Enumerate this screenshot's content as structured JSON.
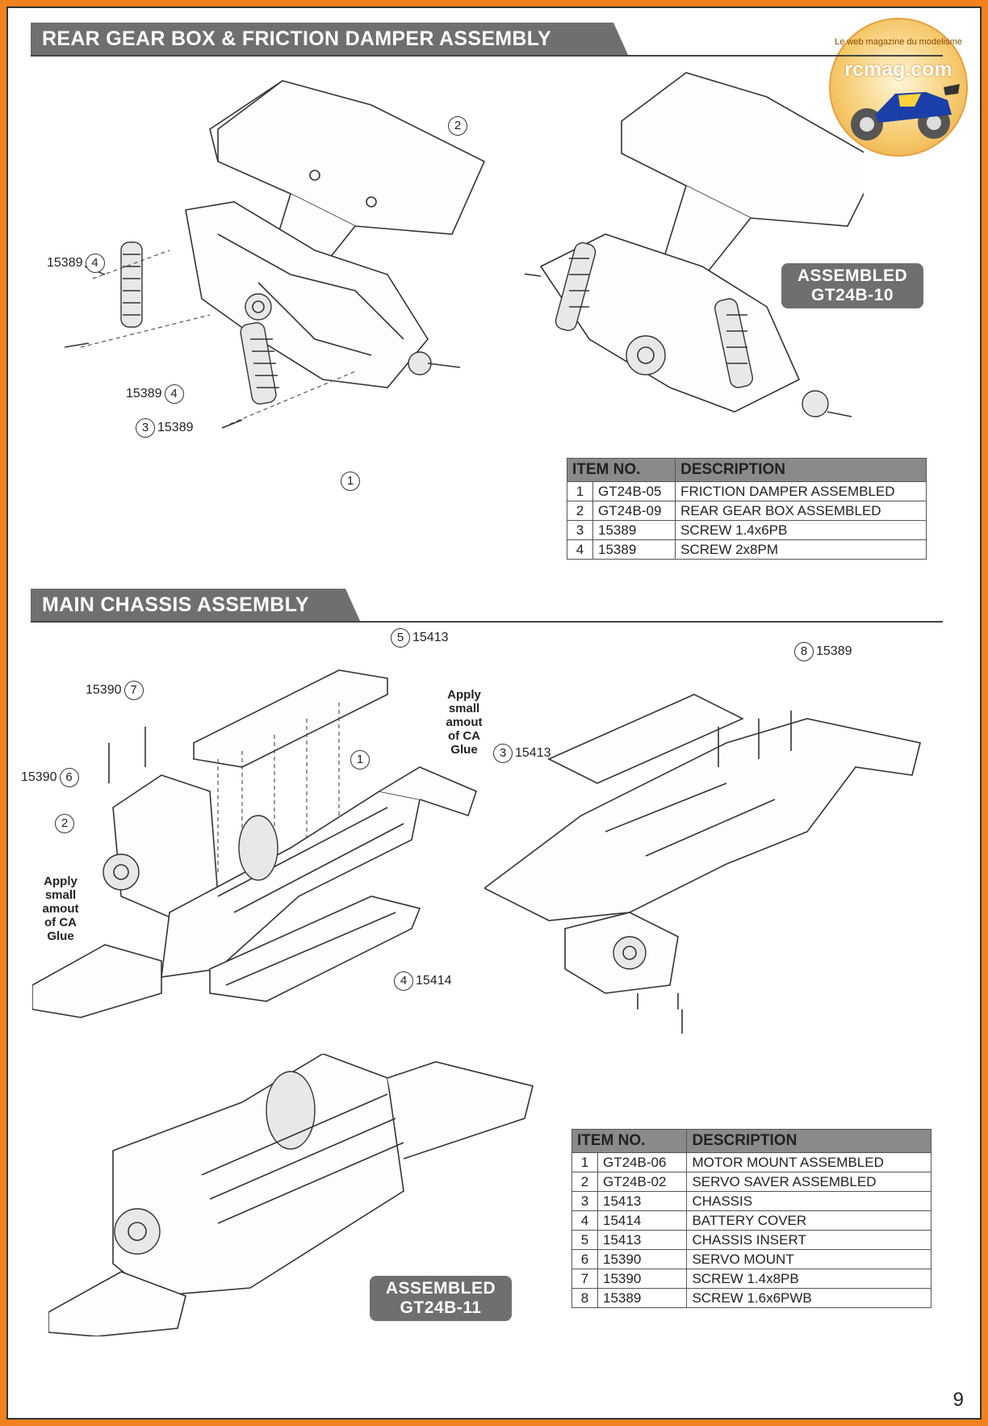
{
  "section1": {
    "title": "REAR GEAR BOX & FRICTION DAMPER ASSEMBLY",
    "assembled_badge": [
      "ASSEMBLED",
      "GT24B-10"
    ],
    "callouts": [
      {
        "num": "2",
        "part": ""
      },
      {
        "num": "4",
        "part": "15389"
      },
      {
        "num": "4",
        "part": "15389"
      },
      {
        "num": "3",
        "part": "15389"
      },
      {
        "num": "1",
        "part": ""
      }
    ],
    "table": {
      "headers": [
        "ITEM NO.",
        "DESCRIPTION"
      ],
      "rows": [
        {
          "n": "1",
          "item": "GT24B-05",
          "desc": "FRICTION DAMPER ASSEMBLED"
        },
        {
          "n": "2",
          "item": "GT24B-09",
          "desc": "REAR GEAR BOX ASSEMBLED"
        },
        {
          "n": "3",
          "item": "15389",
          "desc": "SCREW 1.4x6PB"
        },
        {
          "n": "4",
          "item": "15389",
          "desc": "SCREW 2x8PM"
        }
      ]
    }
  },
  "section2": {
    "title": "MAIN CHASSIS ASSEMBLY",
    "assembled_badge": [
      "ASSEMBLED",
      "GT24B-11"
    ],
    "glue_note": [
      "Apply",
      "small",
      "amout",
      "of CA",
      "Glue"
    ],
    "callouts": [
      {
        "num": "5",
        "part": "15413"
      },
      {
        "num": "7",
        "part": "15390"
      },
      {
        "num": "6",
        "part": "15390"
      },
      {
        "num": "1",
        "part": ""
      },
      {
        "num": "3",
        "part": "15413"
      },
      {
        "num": "2",
        "part": ""
      },
      {
        "num": "4",
        "part": "15414"
      },
      {
        "num": "8",
        "part": "15389"
      }
    ],
    "table": {
      "headers": [
        "ITEM NO.",
        "DESCRIPTION"
      ],
      "rows": [
        {
          "n": "1",
          "item": "GT24B-06",
          "desc": "MOTOR MOUNT ASSEMBLED"
        },
        {
          "n": "2",
          "item": "GT24B-02",
          "desc": "SERVO SAVER ASSEMBLED"
        },
        {
          "n": "3",
          "item": "15413",
          "desc": "CHASSIS"
        },
        {
          "n": "4",
          "item": "15414",
          "desc": "BATTERY COVER"
        },
        {
          "n": "5",
          "item": "15413",
          "desc": "CHASSIS INSERT"
        },
        {
          "n": "6",
          "item": "15390",
          "desc": "SERVO MOUNT"
        },
        {
          "n": "7",
          "item": "15390",
          "desc": "SCREW 1.4x8PB"
        },
        {
          "n": "8",
          "item": "15389",
          "desc": "SCREW 1.6x6PWB"
        }
      ]
    }
  },
  "logo": {
    "brand": "rcmag.com",
    "tagline": "Le web magazine du modelisme"
  },
  "page_number": "9"
}
